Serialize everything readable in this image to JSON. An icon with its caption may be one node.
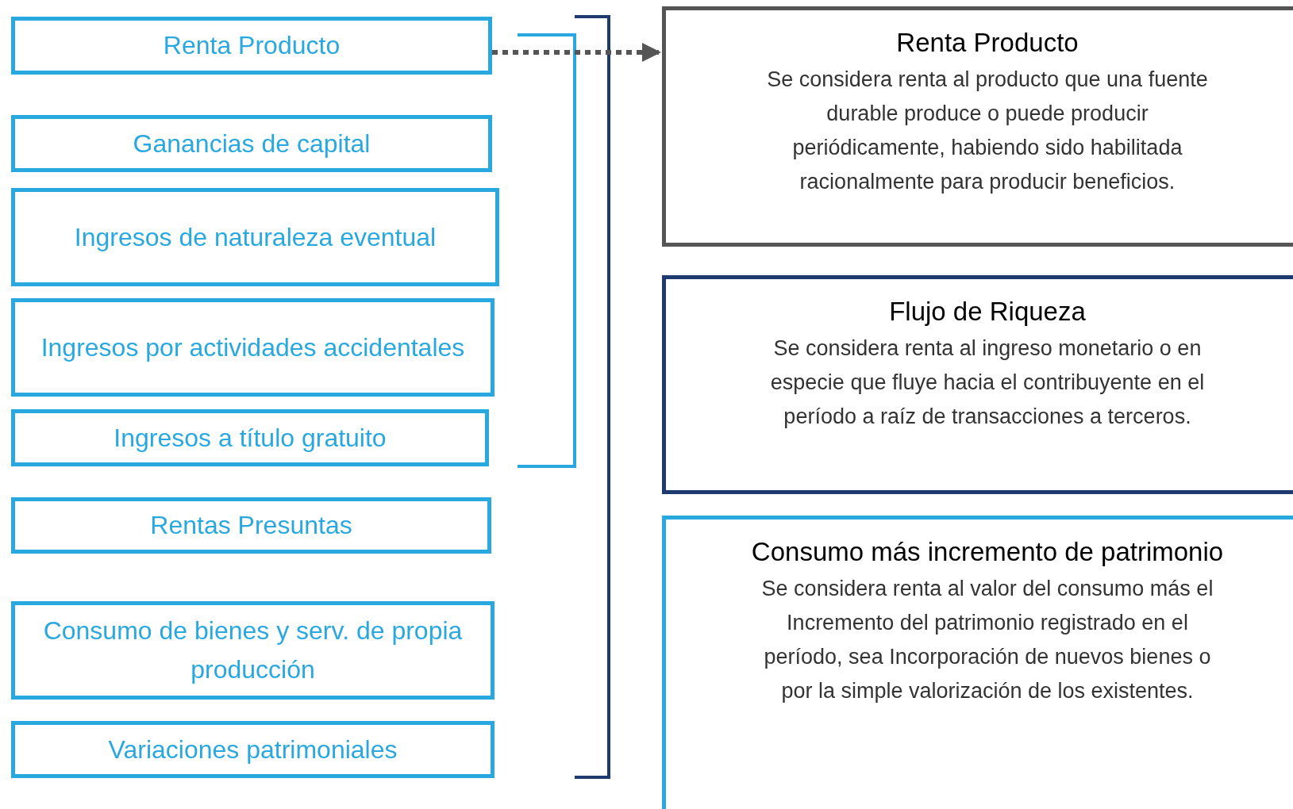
{
  "diagram": {
    "nodes": [
      {
        "text": [
          "Renta Producto"
        ]
      },
      {
        "text": [
          "Ganancias de capital"
        ]
      },
      {
        "text": [
          "Ingresos de naturaleza eventual"
        ]
      },
      {
        "text": [
          "Ingresos por actividades accidentales"
        ]
      },
      {
        "text": [
          "Ingresos a título gratuito"
        ]
      },
      {
        "text": [
          "Rentas Presuntas"
        ]
      },
      {
        "text": [
          "Consumo de bienes y serv. de propia producción"
        ]
      },
      {
        "text": [
          "Variaciones patrimoniales"
        ]
      },
      {
        "text": [
          "Renta Producto",
          "Se considera renta al producto que una fuente durable produce o  puede producir periódicamente, habiendo sido habilitada racionalmente para producir beneficios."
        ]
      },
      {
        "text": [
          "Flujo de Riqueza",
          "Se considera renta al ingreso monetario o en especie que fluye hacia  el contribuyente en el período a raíz de transacciones a terceros."
        ]
      },
      {
        "text": [
          "Consumo más incremento de patrimonio",
          "Se considera renta al valor del consumo más el Incremento del patrimonio registrado en el período, sea Incorporación de nuevos bienes o por la simple valorización de los existentes."
        ]
      }
    ],
    "edges": [
      {
        "from": 0,
        "to": 8,
        "arrow": "to",
        "style": "dashed"
      }
    ]
  }
}
